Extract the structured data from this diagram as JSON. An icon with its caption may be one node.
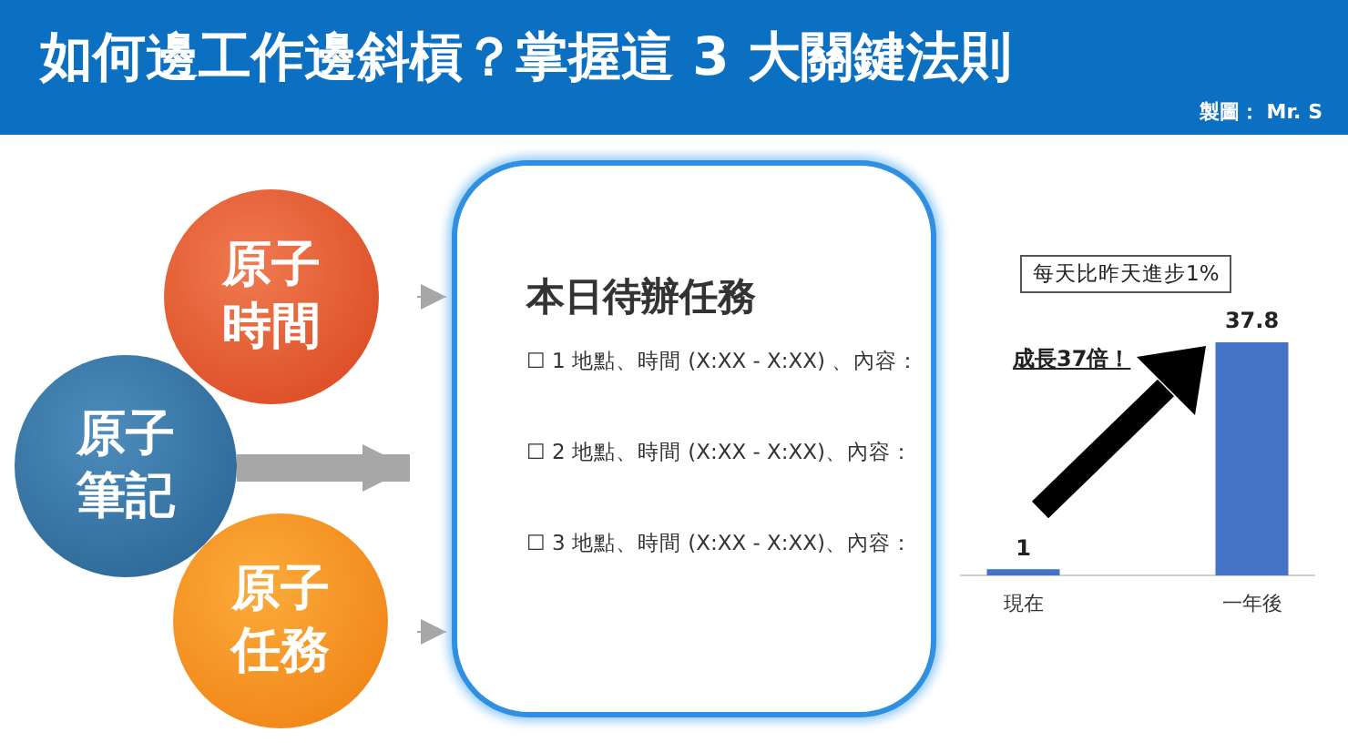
{
  "diagram": {
    "title": "如何邊工作邊斜槓？掌握這 3 大關鍵法則",
    "nodes": [
      {
        "text": [
          "原子時間"
        ]
      },
      {
        "text": [
          "原子筆記"
        ]
      },
      {
        "text": [
          "原子任務"
        ]
      },
      {
        "text": [
          "本日待辦任務",
          "☐ 1 地點、時間 (X:XX - X:XX) 、內容：",
          "☐ 2 地點、時間 (X:XX - X:XX)、內容：",
          "☐ 3 地點、時間 (X:XX - X:XX)、內容："
        ]
      }
    ],
    "edges": [
      {
        "from": 0,
        "to": 3,
        "arrow": "to"
      },
      {
        "from": 1,
        "to": 3,
        "arrow": "to",
        "style": "thick"
      },
      {
        "from": 2,
        "to": 3,
        "arrow": "to"
      }
    ],
    "labels": [
      "製圖： Mr. S"
    ],
    "chart_data": {
      "type": "bar",
      "title": "每天比昨天進步1%",
      "categories": [
        "現在",
        "一年後"
      ],
      "series": [
        {
          "color": "#4472c4",
          "values": [
            1,
            37.8
          ]
        }
      ],
      "data_labels": true,
      "annotations": [
        "成長37倍！"
      ]
    }
  }
}
